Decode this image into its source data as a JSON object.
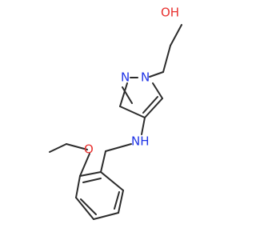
{
  "molecule": {
    "labels": {
      "hydroxyl": "OH",
      "pyrazole_n2": "N",
      "pyrazole_n1": "N",
      "amine": "NH",
      "methoxy_o": "O"
    },
    "colors": {
      "bond": "#2b2b2b",
      "oxygen": "#e8312f",
      "nitrogen": "#1f34e6"
    }
  }
}
